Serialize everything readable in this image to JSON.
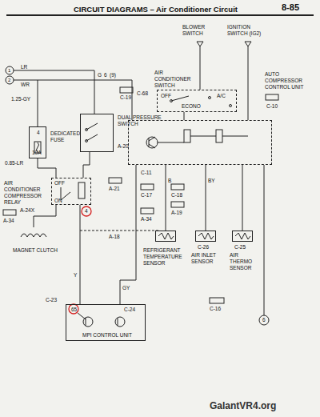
{
  "diagram": {
    "title": "CIRCUIT DIAGRAMS – Air Conditioner Circuit",
    "nodes": [
      {
        "text": [
          "DEDICATED FUSE",
          "4",
          "10A"
        ]
      },
      {
        "text": [
          "AIR CONDITIONER COMPRESSOR RELAY",
          "A-24X",
          "OFF",
          "ON"
        ]
      },
      {
        "text": [
          "MAGNET CLUTCH"
        ]
      },
      {
        "text": [
          "DUAL PRESSURE SWITCH",
          "A-20"
        ]
      },
      {
        "text": [
          "C-23",
          "65",
          "C-24",
          "MPI CONTROL UNIT"
        ]
      },
      {
        "text": [
          "BLOWER SWITCH"
        ]
      },
      {
        "text": [
          "IGNITION SWITCH (IG2)"
        ]
      },
      {
        "text": [
          "AIR CONDITIONER SWITCH",
          "C-68",
          "OFF",
          "ECONO",
          "A/C"
        ]
      },
      {
        "text": [
          "AUTO COMPRESSOR CONTROL UNIT",
          "C-10"
        ]
      },
      {
        "text": [
          "REFRIGERANT TEMPERATURE SENSOR"
        ]
      },
      {
        "text": [
          "AIR INLET SENSOR",
          "C-26"
        ]
      },
      {
        "text": [
          "AIR THERMO SENSOR",
          "C-25"
        ]
      }
    ],
    "edges": [
      {
        "from": 0,
        "to": 1,
        "arrow": "none"
      },
      {
        "from": 3,
        "to": 1,
        "arrow": "none"
      },
      {
        "from": 1,
        "to": 2,
        "arrow": "none"
      },
      {
        "from": 1,
        "to": 4,
        "arrow": "none"
      },
      {
        "from": 5,
        "to": 7,
        "arrow": "none"
      },
      {
        "from": 7,
        "to": 8,
        "arrow": "none"
      },
      {
        "from": 6,
        "to": 8,
        "arrow": "none"
      },
      {
        "from": 9,
        "to": 8,
        "arrow": "none"
      },
      {
        "from": 10,
        "to": 8,
        "arrow": "none"
      },
      {
        "from": 11,
        "to": 8,
        "arrow": "none"
      },
      {
        "from": 8,
        "to": 4,
        "arrow": "none"
      }
    ],
    "labels": [
      "8-85",
      "1",
      "2",
      "LR",
      "WR",
      "G",
      "6",
      "(9)",
      "C-19",
      "1.25-GY",
      "0.85-LR",
      "4",
      "A-21",
      "A-18",
      "A-34",
      "Y",
      "GY",
      "C-11",
      "C-17",
      "C-18",
      "A-19",
      "A-34",
      "B",
      "BY",
      "C-16",
      "6",
      "GalantVR4.org"
    ]
  }
}
